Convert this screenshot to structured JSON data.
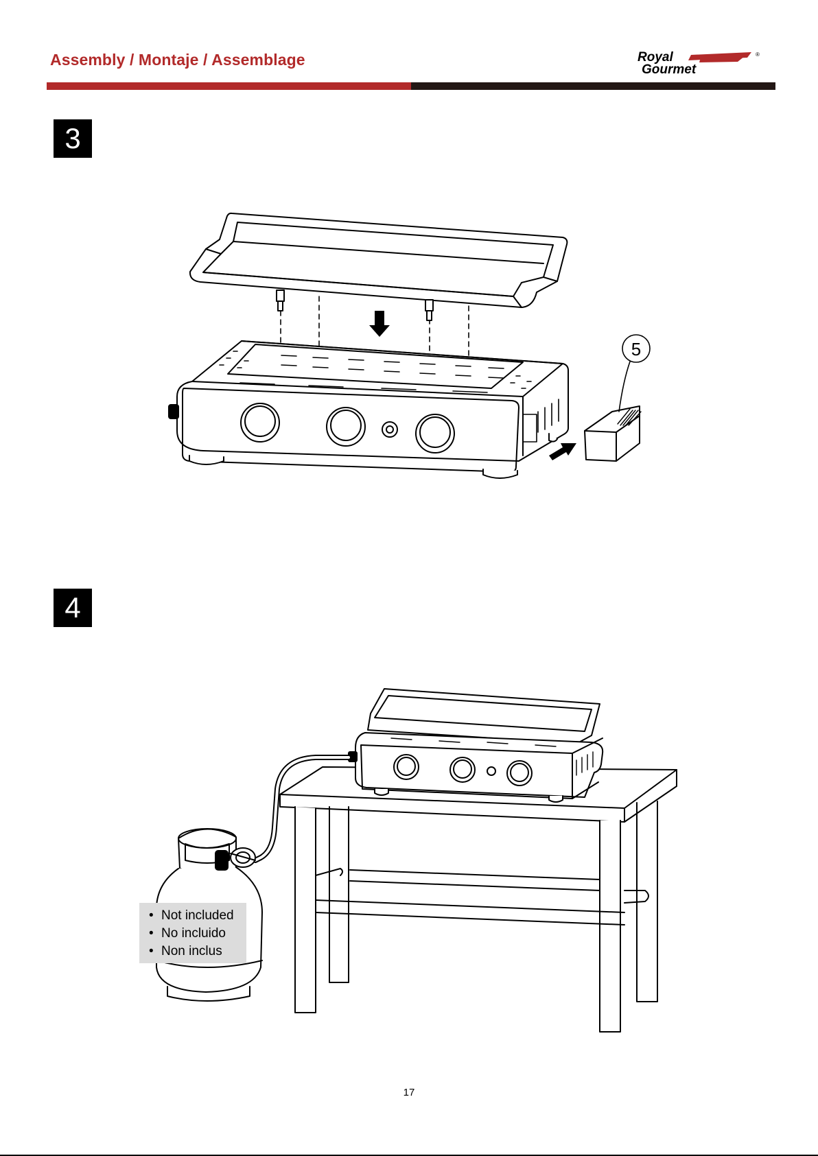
{
  "header": {
    "title": "Assembly / Montaje / Assemblage",
    "brand": "Royal Gourmet",
    "brand_line1": "Royal",
    "brand_line2": "Gourmet",
    "registered_mark": "®",
    "accent_color": "#b22a2a",
    "dark_color": "#231815"
  },
  "steps": [
    {
      "number": "3",
      "callout": "5"
    },
    {
      "number": "4"
    }
  ],
  "note": {
    "items": [
      "Not included",
      "No incluido",
      "Non inclus"
    ]
  },
  "footer": {
    "page_number": "17"
  }
}
